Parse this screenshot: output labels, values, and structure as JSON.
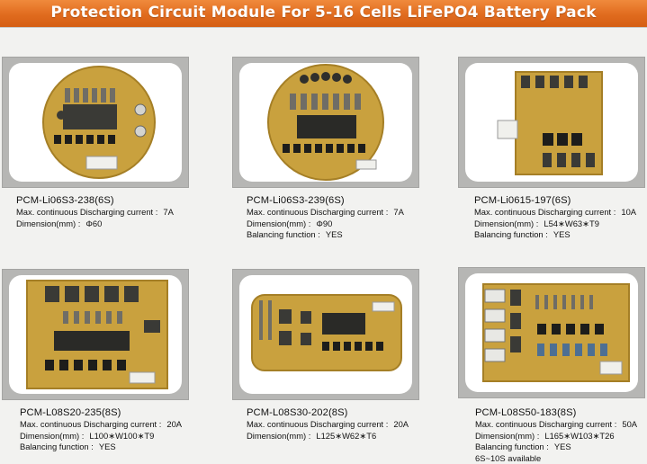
{
  "header": {
    "title": "Protection Circuit Module For 5-16 Cells LiFePO4 Battery Pack",
    "accent_color": "#e06b1e"
  },
  "labels": {
    "current": "Max. continuous Discharging current :",
    "dimension": "Dimension(mm) :",
    "balancing": "Balancing function :"
  },
  "products": [
    {
      "model": "PCM-Li06S3-238(6S)",
      "current": "7A",
      "dimension": "Φ60",
      "balancing": "",
      "extra": "",
      "board": "round"
    },
    {
      "model": "PCM-Li06S3-239(6S)",
      "current": "7A",
      "dimension": "Φ90",
      "balancing": "YES",
      "extra": "",
      "board": "round"
    },
    {
      "model": "PCM-Li0615-197(6S)",
      "current": "10A",
      "dimension": "L54∗W63∗T9",
      "balancing": "YES",
      "extra": "",
      "board": "square"
    },
    {
      "model": "PCM-L08S20-235(8S)",
      "current": "20A",
      "dimension": "L100∗W100∗T9",
      "balancing": "YES",
      "extra": "",
      "board": "square"
    },
    {
      "model": "PCM-L08S30-202(8S)",
      "current": "20A",
      "dimension": "L125∗W62∗T6",
      "balancing": "",
      "extra": "",
      "board": "wide"
    },
    {
      "model": "PCM-L08S50-183(8S)",
      "current": "50A",
      "dimension": "L165∗W103∗T26",
      "balancing": "YES",
      "extra": "6S~10S available",
      "board": "large"
    }
  ]
}
